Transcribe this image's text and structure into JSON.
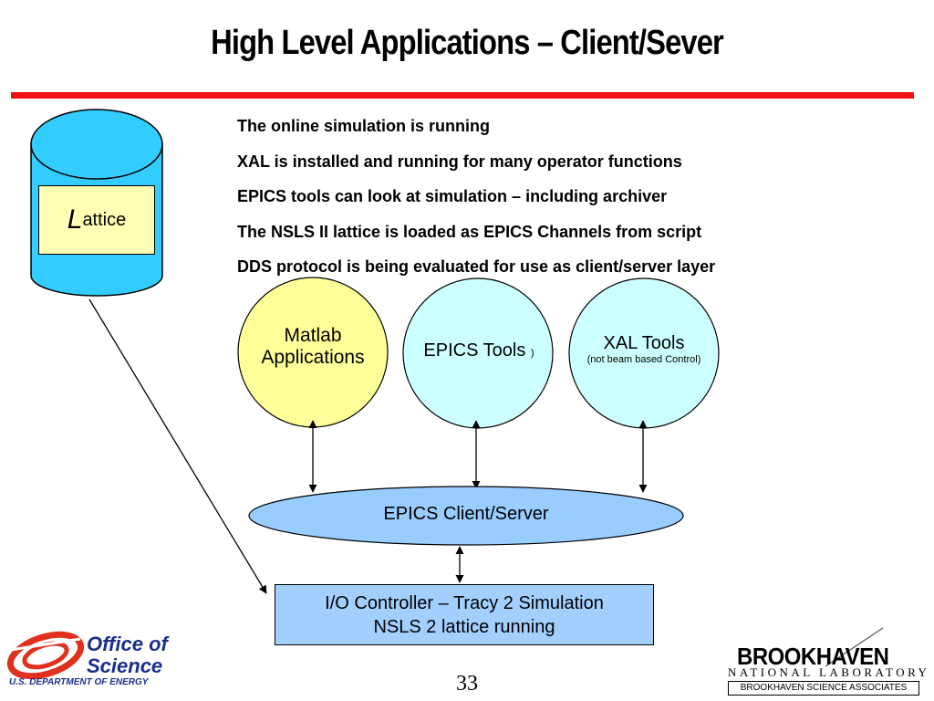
{
  "slide": {
    "title": "High Level Applications – Client/Sever",
    "page_number": "33"
  },
  "bullets": [
    "The online simulation is running",
    "XAL is installed and running for many operator functions",
    "EPICS tools can look at simulation – including archiver",
    "The NSLS II lattice is loaded as EPICS Channels from script",
    "DDS protocol is being evaluated for use as client/server layer"
  ],
  "diagram": {
    "database": {
      "label_initial": "L",
      "label_rest": "attice"
    },
    "nodes": {
      "matlab": {
        "line1": "Matlab",
        "line2": "Applications"
      },
      "epics_tools": {
        "label": "EPICS Tools",
        "suffix": ")"
      },
      "xal_tools": {
        "label": "XAL Tools",
        "sub": "(not beam based Control)"
      }
    },
    "client_server": {
      "label": "EPICS Client/Server"
    },
    "io_controller": {
      "line1": "I/O Controller – Tracy 2 Simulation",
      "line2": "NSLS 2 lattice running"
    }
  },
  "footer": {
    "doe": {
      "line1": "Office of",
      "line2": "Science",
      "sub": "U.S. DEPARTMENT OF ENERGY"
    },
    "bnl": {
      "name": "BROOKHAVEN",
      "lab": "NATIONAL LABORATORY",
      "assoc": "BROOKHAVEN SCIENCE ASSOCIATES"
    }
  },
  "colors": {
    "accent_line": "#ee1111",
    "database_fill": "#33ccff",
    "lattice_box": "#ffffb3",
    "matlab_fill": "#ffff99",
    "epics_tools_fill": "#ccffff",
    "xal_fill": "#ccffff",
    "client_server_fill": "#99ccff",
    "io_box_fill": "#a3cfff",
    "doe_blue": "#1a2f8c",
    "doe_red": "#e0301e"
  }
}
